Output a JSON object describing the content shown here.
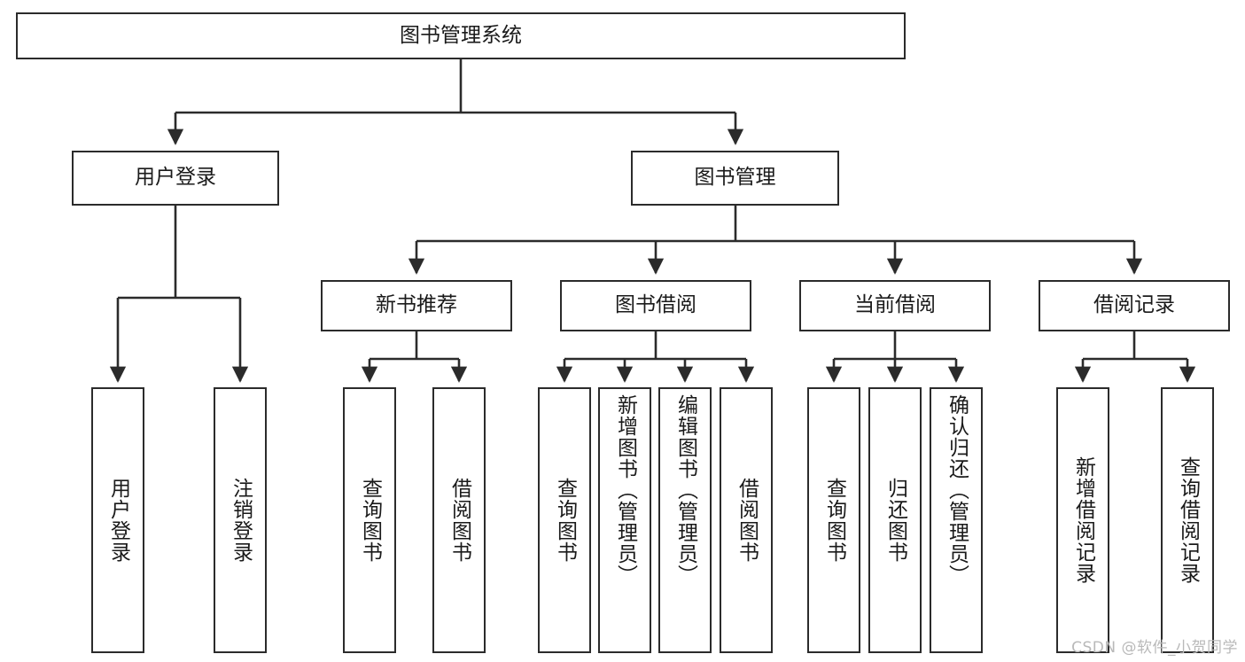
{
  "diagram": {
    "title": "图书管理系统",
    "type": "tree",
    "watermark": "CSDN @软件_小贺同学",
    "colors": {
      "stroke": "#2b2b2b",
      "fill": "#ffffff",
      "text": "#1a1a1a",
      "watermark": "#b9b9b9"
    },
    "nodes": {
      "root": {
        "label": "图书管理系统"
      },
      "level2": [
        {
          "id": "user-login",
          "label": "用户登录"
        },
        {
          "id": "book-manage",
          "label": "图书管理"
        }
      ],
      "level3": [
        {
          "id": "new-book-recommend",
          "label": "新书推荐"
        },
        {
          "id": "book-borrow",
          "label": "图书借阅"
        },
        {
          "id": "current-borrow",
          "label": "当前借阅"
        },
        {
          "id": "borrow-record",
          "label": "借阅记录"
        }
      ],
      "leaves": {
        "user_login": [
          {
            "id": "leaf-user-login",
            "label": "用户登录"
          },
          {
            "id": "leaf-logout-login",
            "label": "注销登录"
          }
        ],
        "new_book_recommend": [
          {
            "id": "leaf-query-book-1",
            "label": "查询图书"
          },
          {
            "id": "leaf-borrow-book-1",
            "label": "借阅图书"
          }
        ],
        "book_borrow": [
          {
            "id": "leaf-query-book-2",
            "label": "查询图书"
          },
          {
            "id": "leaf-add-book",
            "label": "新增图书（管理员）"
          },
          {
            "id": "leaf-edit-book",
            "label": "编辑图书（管理员）"
          },
          {
            "id": "leaf-borrow-book-2",
            "label": "借阅图书"
          }
        ],
        "current_borrow": [
          {
            "id": "leaf-query-book-3",
            "label": "查询图书"
          },
          {
            "id": "leaf-return-book",
            "label": "归还图书"
          },
          {
            "id": "leaf-confirm-return",
            "label": "确认归还（管理员）"
          }
        ],
        "borrow_record": [
          {
            "id": "leaf-add-record",
            "label": "新增借阅记录"
          },
          {
            "id": "leaf-query-record",
            "label": "查询借阅记录"
          }
        ]
      }
    }
  }
}
